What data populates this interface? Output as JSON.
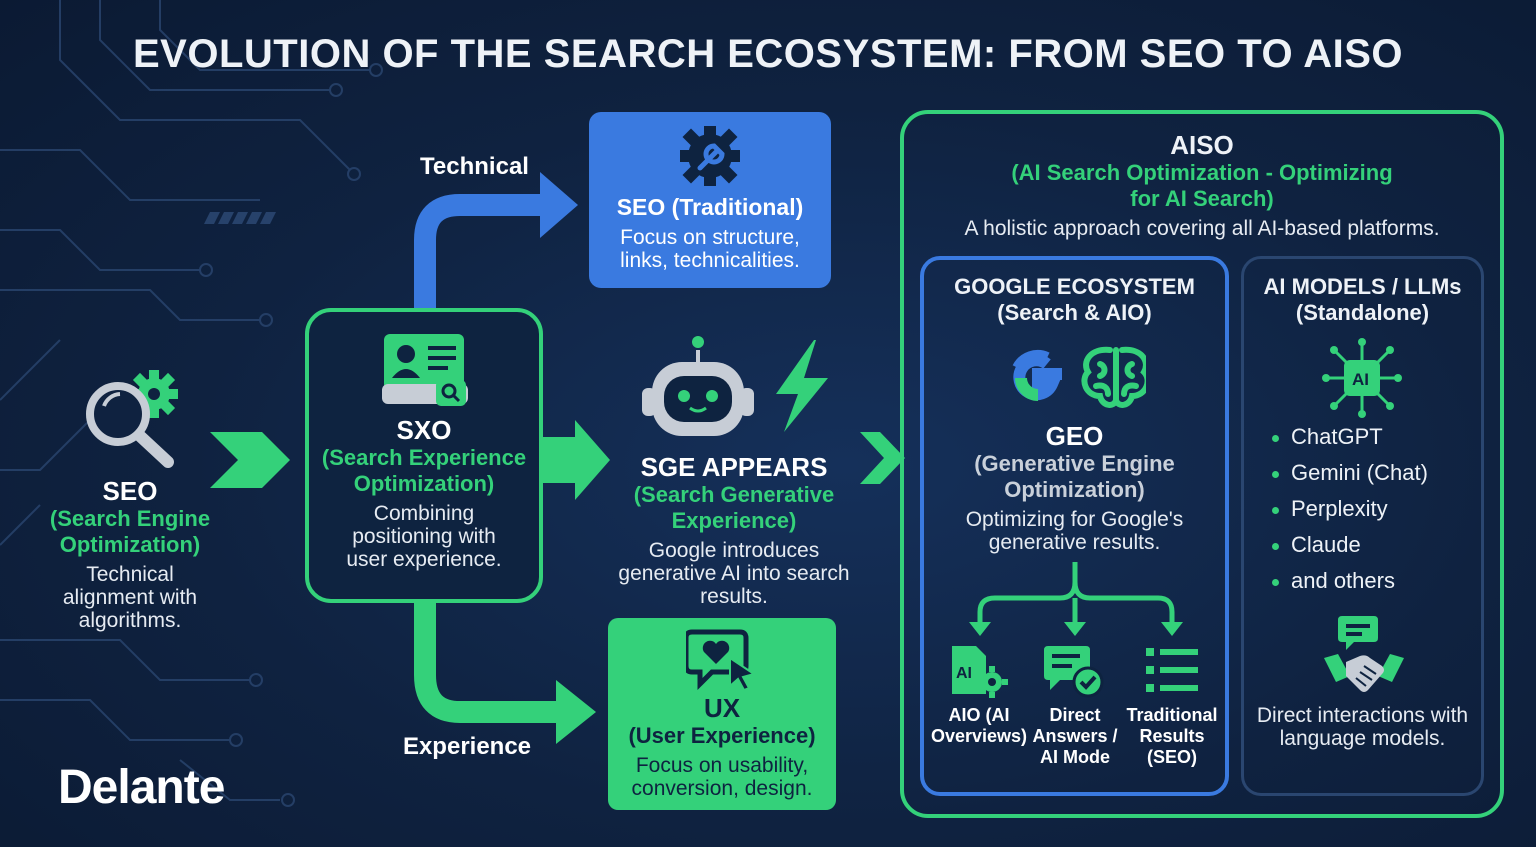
{
  "title": "EVOLUTION OF THE SEARCH ECOSYSTEM: FROM SEO TO AISO",
  "colors": {
    "background": "#0f2240",
    "green": "#34d17a",
    "blue": "#3a7ae0",
    "text": "#ffffff"
  },
  "branch_labels": {
    "technical": "Technical",
    "experience": "Experience"
  },
  "seo": {
    "icon": "magnifier-gear-icon",
    "title": "SEO",
    "subtitle_1": "(Search Engine",
    "subtitle_2": "Optimization)",
    "desc_1": "Technical",
    "desc_2": "alignment with",
    "desc_3": "algorithms."
  },
  "sxo": {
    "icon": "profile-card-search-icon",
    "title": "SXO",
    "subtitle_1": "(Search Experience",
    "subtitle_2": "Optimization)",
    "desc_1": "Combining",
    "desc_2": "positioning with",
    "desc_3": "user experience."
  },
  "seo_traditional": {
    "icon": "gear-wrench-icon",
    "title": "SEO (Traditional)",
    "desc_1": "Focus on structure,",
    "desc_2": "links, technicalities."
  },
  "ux": {
    "icon": "heart-chat-cursor-icon",
    "title": "UX",
    "subtitle": "(User Experience)",
    "desc_1": "Focus on usability,",
    "desc_2": "conversion, design."
  },
  "sge": {
    "icon": "robot-lightning-icon",
    "title": "SGE APPEARS",
    "subtitle_1": "(Search Generative",
    "subtitle_2": "Experience)",
    "desc_1": "Google introduces",
    "desc_2": "generative AI into search",
    "desc_3": "results."
  },
  "aiso": {
    "title": "AISO",
    "subtitle_1": "(AI Search Optimization - Optimizing",
    "subtitle_2": "for AI Search)",
    "desc": "A holistic approach covering all AI-based platforms.",
    "google": {
      "title_1": "GOOGLE ECOSYSTEM",
      "title_2": "(Search & AIO)",
      "icon": "google-g-brain-icon",
      "geo_title": "GEO",
      "geo_sub_1": "(Generative Engine",
      "geo_sub_2": "Optimization)",
      "geo_desc_1": "Optimizing for Google's",
      "geo_desc_2": "generative results.",
      "outputs": [
        {
          "icon": "ai-document-gear-icon",
          "l1": "AIO (AI",
          "l2": "Overviews)",
          "l3": ""
        },
        {
          "icon": "chat-check-icon",
          "l1": "Direct",
          "l2": "Answers /",
          "l3": "AI Mode"
        },
        {
          "icon": "list-icon",
          "l1": "Traditional",
          "l2": "Results",
          "l3": "(SEO)"
        }
      ]
    },
    "llms": {
      "title_1": "AI MODELS / LLMs",
      "title_2": "(Standalone)",
      "icon": "ai-chip-network-icon",
      "items": [
        "ChatGPT",
        "Gemini (Chat)",
        "Perplexity",
        "Claude",
        "and others"
      ],
      "footer_icon": "handshake-chat-icon",
      "footer_1": "Direct interactions with",
      "footer_2": "language models."
    }
  },
  "logo": "Delante"
}
